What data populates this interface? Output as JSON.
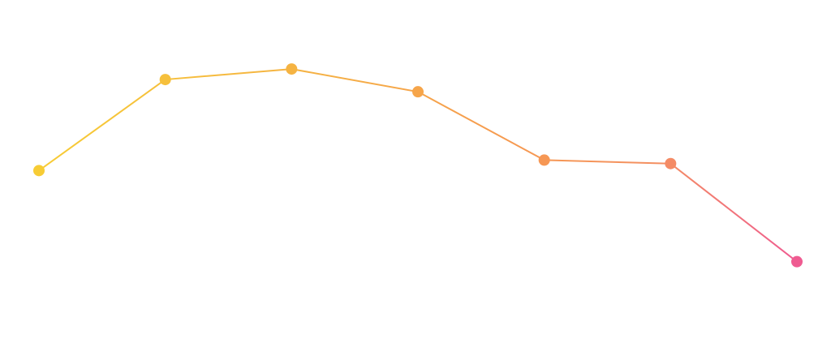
{
  "chart_data": {
    "type": "line",
    "x": [
      1,
      2,
      3,
      4,
      5,
      6,
      7
    ],
    "series": [
      {
        "values": [
          49,
          75,
          78,
          71.5,
          52,
          51,
          23
        ]
      }
    ],
    "ylim": [
      0,
      94
    ],
    "xlim": [
      1,
      7
    ],
    "grid": false,
    "axes_visible": false,
    "legend": "none",
    "colors": {
      "start": "#f7cc35",
      "mid1": "#f5b243",
      "mid2": "#f69a50",
      "mid3": "#f48f62",
      "end": "#ef5b91"
    }
  }
}
